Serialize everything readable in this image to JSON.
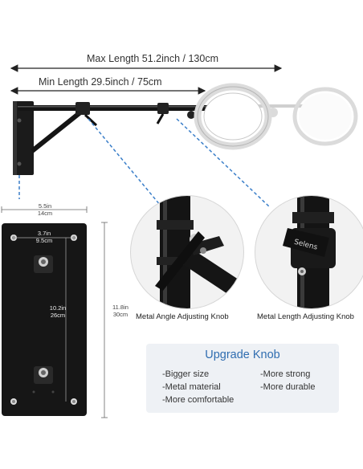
{
  "dimensions": {
    "max_length": "Max Length 51.2inch / 130cm",
    "min_length": "Min Length 29.5inch / 75cm",
    "plate_width_in": "5.5in",
    "plate_width_cm": "14cm",
    "hole_width_in": "3.7in",
    "hole_width_cm": "9.5cm",
    "hole_height_in": "10.2in",
    "hole_height_cm": "26cm",
    "plate_height_in": "11.8in",
    "plate_height_cm": "30cm"
  },
  "detail_captions": {
    "angle_knob": "Metal Angle Adjusting Knob",
    "length_knob": "Metal Length Adjusting Knob"
  },
  "knob_brand": "Selens",
  "upgrade": {
    "title": "Upgrade Knob",
    "features_left": [
      "-Bigger size",
      "-Metal material",
      "-More comfortable"
    ],
    "features_right": [
      "-More strong",
      "-More durable"
    ]
  },
  "colors": {
    "accent_blue": "#2f6db0",
    "dash_blue": "#3b7fc9",
    "panel_bg": "#eef1f5",
    "metal_black": "#111111"
  }
}
